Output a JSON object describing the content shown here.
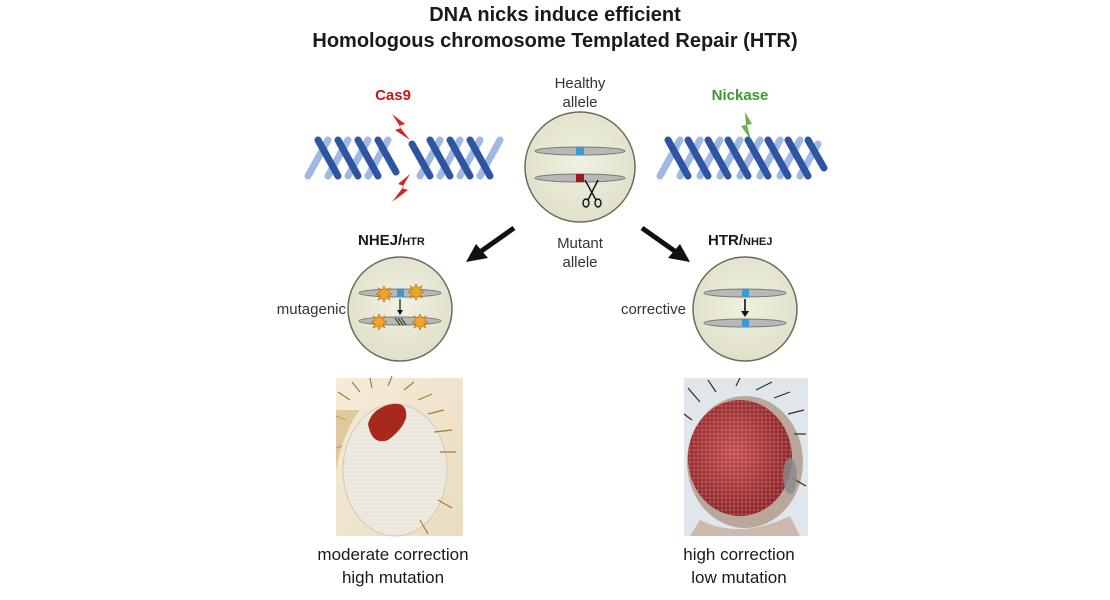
{
  "title": {
    "line1": "DNA nicks induce efficient",
    "line2": "Homologous chromosome Templated Repair (HTR)"
  },
  "labels": {
    "cas9": "Cas9",
    "nickase": "Nickase",
    "healthy_allele": [
      "Healthy",
      "allele"
    ],
    "mutant_allele": [
      "Mutant",
      "allele"
    ],
    "mutagenic": "mutagenic",
    "corrective": "corrective"
  },
  "headers": {
    "left": {
      "main": "NHEJ/",
      "sub": "HTR"
    },
    "right": {
      "main": "HTR/",
      "sub": "NHEJ"
    }
  },
  "captions": {
    "left": [
      "moderate correction",
      "high mutation"
    ],
    "right": [
      "high correction",
      "low mutation"
    ]
  },
  "colors": {
    "dna_dark": "#2d55a3",
    "dna_light": "#9fb9e2",
    "cas9": "#d42424",
    "nickase": "#6ab04c",
    "cell_fill": "#e9e9d7",
    "chromosome": "#b8b8b8",
    "healthy_mark": "#3b9ad6",
    "mutant_mark": "#9a1c14"
  },
  "icons": [
    "lightning-bolt-icon",
    "scissors-icon",
    "starburst-icon",
    "arrow-icon"
  ]
}
